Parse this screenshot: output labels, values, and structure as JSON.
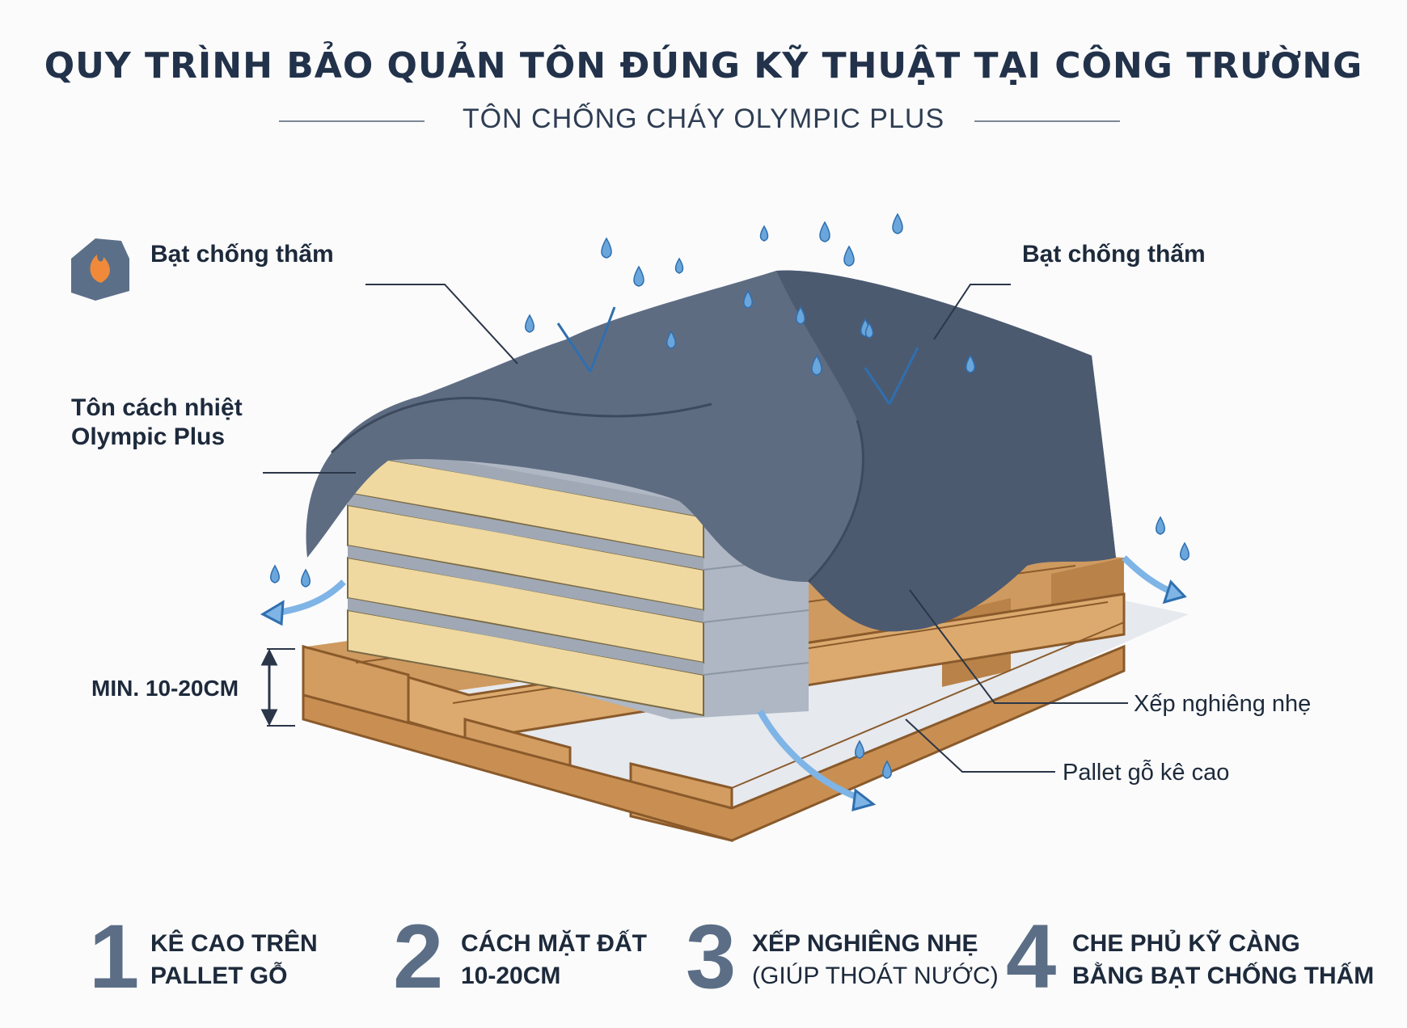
{
  "header": {
    "title": "QUY TRÌNH BẢO QUẢN TÔN ĐÚNG KỸ THUẬT TẠI CÔNG TRƯỜNG",
    "subtitle": "TÔN CHỐNG CHÁY OLYMPIC PLUS"
  },
  "badge": {
    "icon": "fire-house-icon"
  },
  "labels": {
    "tarp_left": "Bạt chống thấm",
    "tarp_right": "Bạt chống thấm",
    "panel_line1": "Tôn cách nhiệt",
    "panel_line2": "Olympic Plus",
    "min_height": "MIN. 10-20CM",
    "tilt": "Xếp nghiêng nhẹ",
    "pallet": "Pallet gỗ kê cao"
  },
  "steps": [
    {
      "number": "1",
      "line1": "KÊ CAO TRÊN",
      "line2": "PALLET GỖ"
    },
    {
      "number": "2",
      "line1": "CÁCH MẶT ĐẤT",
      "line2": "10-20CM"
    },
    {
      "number": "3",
      "line1": "XẾP NGHIÊNG NHẸ",
      "line2": "(GIÚP THOÁT NƯỚC)"
    },
    {
      "number": "4",
      "line1": "CHE PHỦ KỸ CÀNG",
      "line2": "BẰNG BẠT CHỐNG THẤM"
    }
  ],
  "colors": {
    "tarp": "#5e6c82",
    "tarp_dark": "#46546a",
    "wood": "#d9a66b",
    "foam": "#efd9a0",
    "steel": "#b6bec9",
    "water": "#4b8fd0",
    "text": "#1d2a3b"
  }
}
